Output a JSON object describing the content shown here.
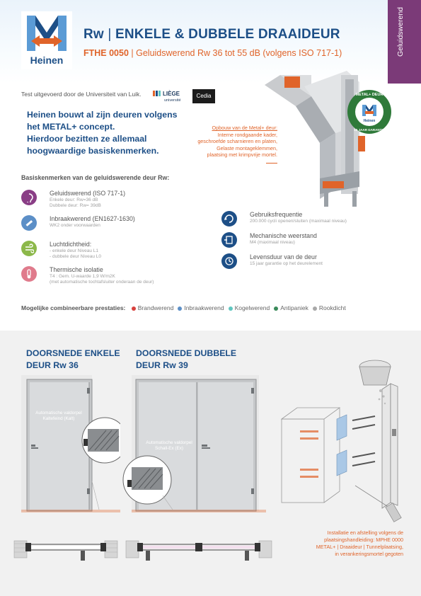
{
  "header": {
    "brand": "Heinen",
    "title_prefix": "Rw",
    "title_rest": "ENKELE & DUBBELE DRAAIDEUR",
    "code": "FTHE 0050",
    "subtitle_rest": "Geluidswerend Rw 36 tot 55 dB (volgens ISO 717-1)",
    "side_tab": "Geluidswerend"
  },
  "colors": {
    "brand_blue": "#1d4f87",
    "accent_orange": "#e0642a",
    "tab_purple": "#7b3a78"
  },
  "test": {
    "text": "Test uitgevoerd door de Universiteit van Luik.",
    "liege_line1": "LIÈGE",
    "liege_line2": "université",
    "cedia": "Cedia"
  },
  "intro": {
    "line1": "Heinen bouwt al zijn deuren volgens",
    "line2": "het METAL+ concept.",
    "line3": "Hierdoor bezitten ze allemaal",
    "line4": "hoogwaardige basiskenmerken."
  },
  "opbouw": {
    "title": "Opbouw van de Metal+ deur:",
    "line1": "Interne rondgaande kader,",
    "line2": "geschroefde scharnieren en platen,",
    "line3": "Gelaste montageklemmen,",
    "line4": "plaatsing met krimpvrije mortel."
  },
  "badge": {
    "top": "METAL+ DEUR",
    "bottom": "15 JAAR GARANTIE",
    "brand": "Heinen"
  },
  "basis_heading": "Basiskenmerken van de geluidswerende deur Rw:",
  "features_left": [
    {
      "icon": "ear-icon",
      "color": "#8a3e86",
      "title": "Geluidswerend (ISO 717-1)",
      "sub1": "Enkele deur: Rw=36 dB",
      "sub2": "Dubbele deur: Rw= 39dB"
    },
    {
      "icon": "break-in-icon",
      "color": "#5c8fc7",
      "title": "Inbraakwerend (EN1627-1630)",
      "sub1": "WK2 onder voorwaarden",
      "sub2": ""
    },
    {
      "icon": "air-icon",
      "color": "#8cb84a",
      "title": "Luchtdichtheid:",
      "sub1": "- enkele deur Niveau L1",
      "sub2": "- dubbele deur Niveau L0"
    },
    {
      "icon": "thermo-icon",
      "color": "#e07b8c",
      "title": "Thermische isolatie",
      "sub1": "T4 : Gem. U-waarde 1,9 W/m2K",
      "sub2": "(met automatische tochtafsluiter onderaan de deur)"
    }
  ],
  "features_right": [
    {
      "icon": "frequency-icon",
      "color": "#1d4f87",
      "title": "Gebruiksfrequentie",
      "sub1": "200.000 cycli openen/sluiten (maximaal niveau)"
    },
    {
      "icon": "mechanical-icon",
      "color": "#1d4f87",
      "title": "Mechanische weerstand",
      "sub1": "M4 (maximaal niveau)"
    },
    {
      "icon": "lifespan-icon",
      "color": "#1d4f87",
      "title": "Levensduur van de deur",
      "sub1": "15 jaar garantie op het deurelement"
    }
  ],
  "combos": {
    "label": "Mogelijke combineerbare prestaties:",
    "items": [
      {
        "name": "Brandwerend",
        "color": "#d8413d"
      },
      {
        "name": "Inbraakwerend",
        "color": "#5c8fc7"
      },
      {
        "name": "Kogelwerend",
        "color": "#5fc6c0"
      },
      {
        "name": "Antipaniek",
        "color": "#3a8a5a"
      },
      {
        "name": "Rookdicht",
        "color": "#a8a8a8"
      }
    ]
  },
  "section_single": {
    "line1": "DOORSNEDE ENKELE",
    "line2": "DEUR Rw 36",
    "door_label1": "Automatische valdorpel",
    "door_label2": "Kaltefeind (Kalt)"
  },
  "section_double": {
    "line1": "DOORSNEDE DUBBELE",
    "line2": "DEUR Rw 39",
    "door_label1": "Automatische valdorpel",
    "door_label2": "Schall-Ex (Ex)"
  },
  "install": {
    "line1": "Installatie en afstelling volgens de",
    "line2": "plaatsingshandleiding: MPHE 0000",
    "line3": "METAL+ | Draaideur | Tunnelplaatsing,",
    "line4": "in verankeringsmortel gegoten"
  }
}
